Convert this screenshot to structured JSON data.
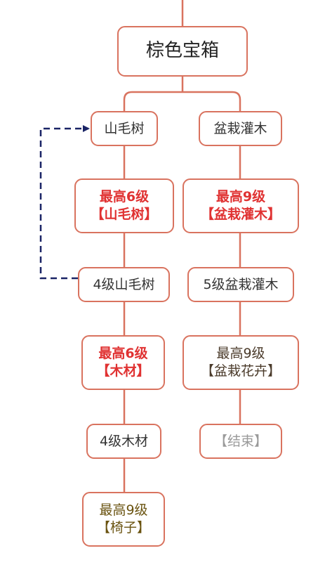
{
  "nodes": {
    "root": "棕色宝箱",
    "left": {
      "n1": "山毛树",
      "n2": {
        "line1": "最高6级",
        "line2": "【山毛树】"
      },
      "n3": "4级山毛树",
      "n4": {
        "line1": "最高6级",
        "line2": "【木材】"
      },
      "n5": "4级木材",
      "n6": {
        "line1": "最高9级",
        "line2": "【椅子】"
      }
    },
    "right": {
      "n1": "盆栽灌木",
      "n2": {
        "line1": "最高9级",
        "line2": "【盆栽灌木】"
      },
      "n3": "5级盆栽灌木",
      "n4": {
        "line1": "最高9级",
        "line2": "【盆栽花卉】"
      },
      "n5": "【结束】"
    }
  },
  "colors": {
    "border": "#d9735f",
    "highlight_red": "#e03232",
    "loop_arrow": "#1a2466",
    "end_grey": "#9a9a9a",
    "final_olive": "#6a5310"
  }
}
